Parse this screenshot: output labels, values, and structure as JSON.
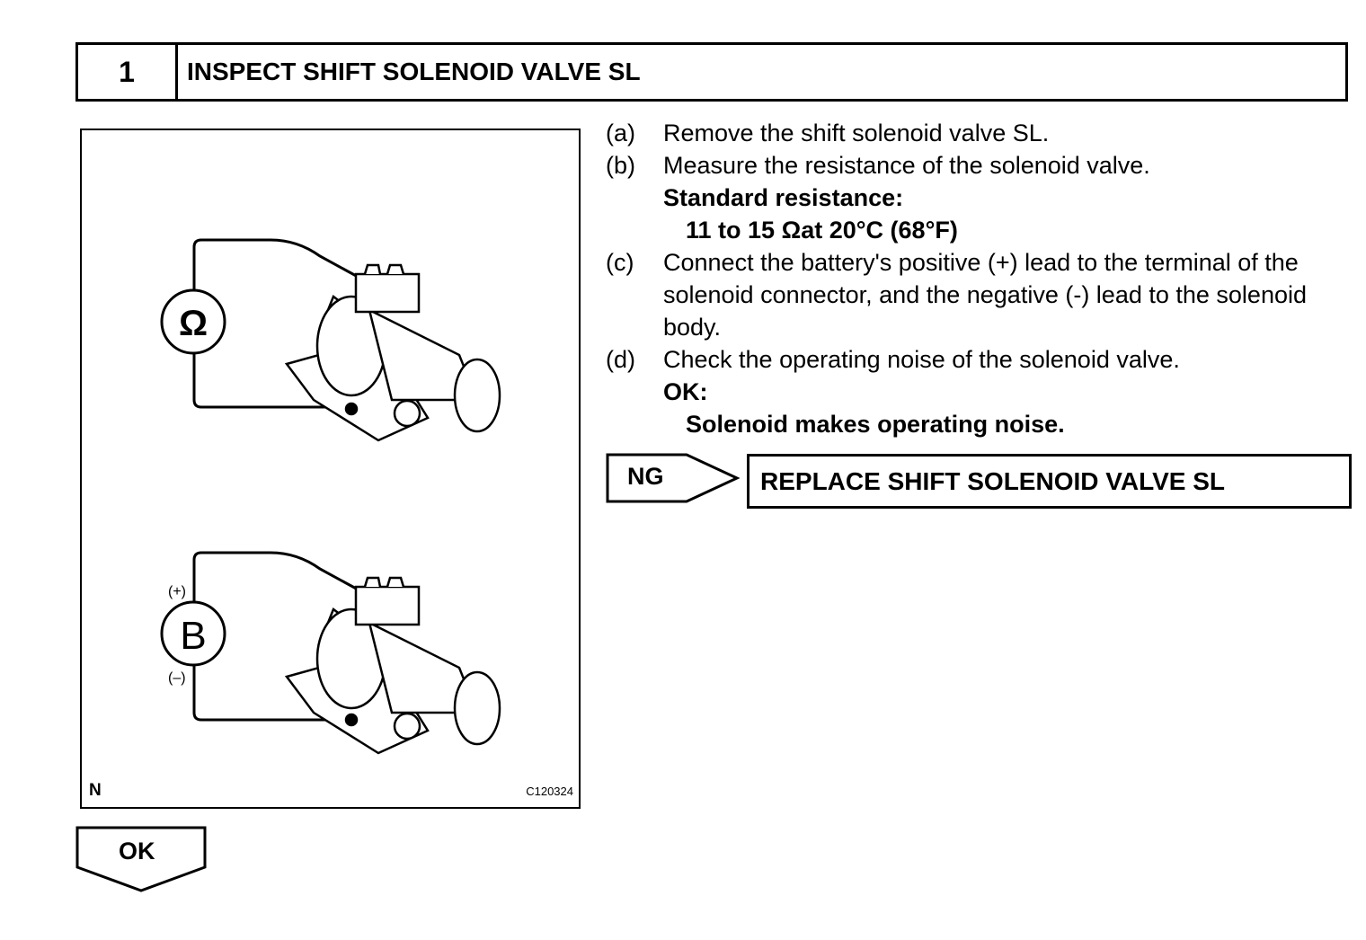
{
  "header": {
    "step_number": "1",
    "title": "INSPECT SHIFT SOLENOID VALVE SL"
  },
  "figure": {
    "ohmmeter_symbol": "Ω",
    "battery_symbol": "B",
    "positive_label": "(+)",
    "negative_label": "(–)",
    "corner_letter": "N",
    "figure_code": "C120324"
  },
  "steps": [
    {
      "label": "(a)",
      "text": "Remove the shift solenoid valve SL."
    },
    {
      "label": "(b)",
      "text": "Measure the resistance of the solenoid valve."
    },
    {
      "label": "(c)",
      "text": "Connect the battery's positive (+) lead to the terminal of the solenoid connector, and the negative (-) lead to the solenoid body."
    },
    {
      "label": "(d)",
      "text": "Check the operating noise of the solenoid valve."
    }
  ],
  "spec": {
    "heading": "Standard resistance:",
    "value": "11 to 15 Ωat 20°C (68°F)"
  },
  "ok_criteria": {
    "heading": "OK:",
    "value": "Solenoid makes operating noise."
  },
  "ng": {
    "label": "NG",
    "action": "REPLACE SHIFT SOLENOID VALVE SL"
  },
  "ok_button": {
    "label": "OK"
  }
}
